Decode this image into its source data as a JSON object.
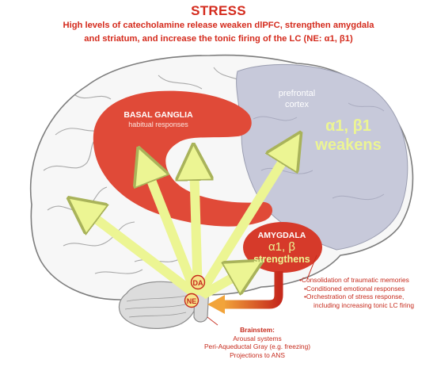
{
  "header": {
    "title": "STRESS",
    "subtitle_line1": "High levels of catecholamine release weaken dlPFC, strengthen amygdala",
    "subtitle_line2": "and striatum, and increase the tonic firing of the LC (NE: α1, β1)"
  },
  "regions": {
    "basal_ganglia": {
      "title": "BASAL GANGLIA",
      "subtitle": "habitual responses"
    },
    "prefrontal_cortex": {
      "label_line1": "prefrontal",
      "label_line2": "cortex",
      "receptors": "α1, β1",
      "effect": "weakens"
    },
    "amygdala": {
      "title": "AMYGDALA",
      "receptors": "α1, β",
      "effect": "strengthens",
      "outcomes": [
        "•Consolidation of traumatic memories",
        "•Conditioned emotional responses",
        "•Orchestration of stress response,",
        "including increasing tonic LC firing"
      ]
    }
  },
  "neuromodulators": {
    "da": "DA",
    "ne": "NE"
  },
  "brainstem": {
    "title": "Brainstem:",
    "items": [
      "Arousal systems",
      "Peri-Aqueductal Gray (e.g. freezing)",
      "Projections to ANS"
    ]
  },
  "colors": {
    "title_red": "#d42a1c",
    "region_red": "#e04a38",
    "pfc_gray": "#c7c9da",
    "arrow_yellow": "#ecf593",
    "label_red": "#c62a1c"
  }
}
